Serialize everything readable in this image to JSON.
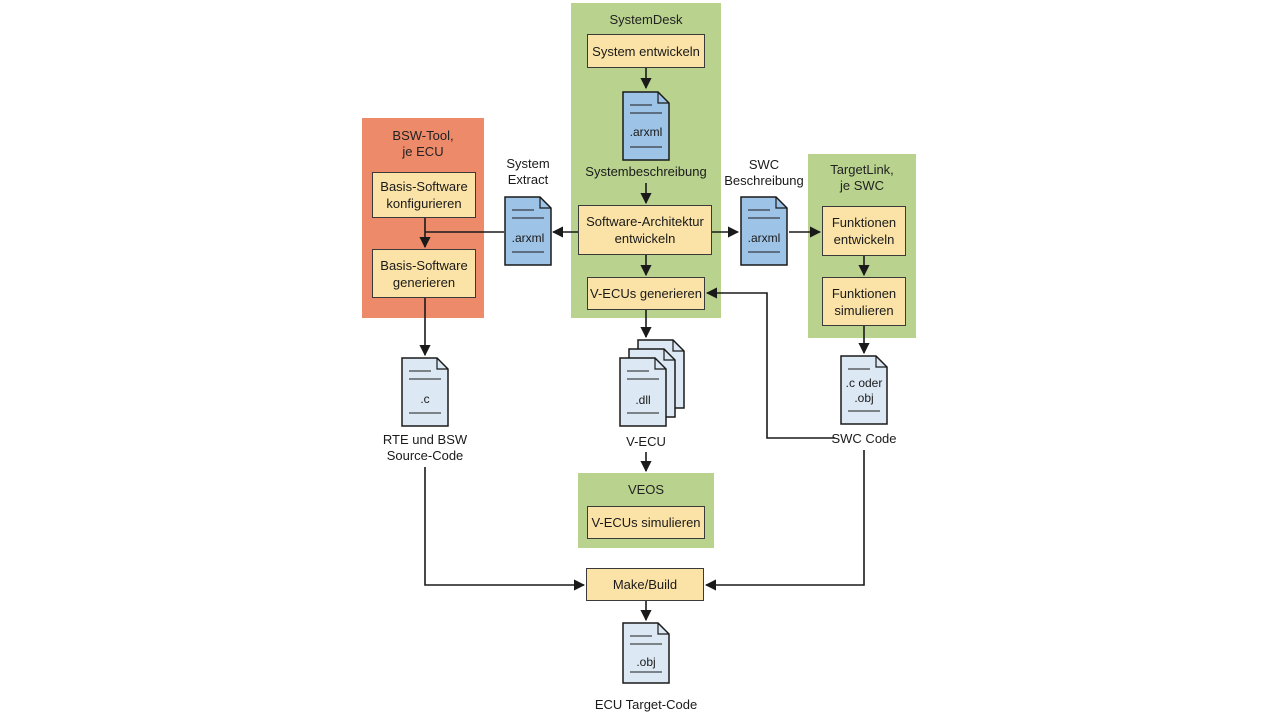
{
  "groups": {
    "systemdesk": "SystemDesk",
    "bsw_tool": "BSW-Tool,\nje ECU",
    "targetlink": "TargetLink,\nje SWC",
    "veos": "VEOS"
  },
  "steps": {
    "system_entwickeln": "System entwickeln",
    "software_architektur": "Software-Architektur\nentwickeln",
    "v_ecus_generieren": "V-ECUs generieren",
    "basis_konfigurieren": "Basis-Software\nkonfigurieren",
    "basis_generieren": "Basis-Software\ngenerieren",
    "funktionen_entwickeln": "Funktionen\nentwickeln",
    "funktionen_simulieren": "Funktionen\nsimulieren",
    "v_ecus_simulieren": "V-ECUs simulieren",
    "make_build": "Make/Build"
  },
  "documents": {
    "systembeschreibung_ext": ".arxml",
    "system_extract_ext": ".arxml",
    "swc_beschreibung_ext": ".arxml",
    "rte_bsw_ext": ".c",
    "v_ecu_ext": ".dll",
    "swc_code_ext": ".c oder\n.obj",
    "ecu_target_ext": ".obj"
  },
  "labels": {
    "systembeschreibung": "Systembeschreibung",
    "system_extract": "System\nExtract",
    "swc_beschreibung": "SWC\nBeschreibung",
    "rte_bsw_source": "RTE und BSW\nSource-Code",
    "v_ecu": "V-ECU",
    "swc_code": "SWC Code",
    "ecu_target_code": "ECU Target-Code"
  },
  "colors": {
    "green_group": "#b9d38e",
    "red_group": "#ec8a6a",
    "step_box": "#fbe3a7",
    "document": "#9dc3e6",
    "document_light": "#dce9f5"
  }
}
